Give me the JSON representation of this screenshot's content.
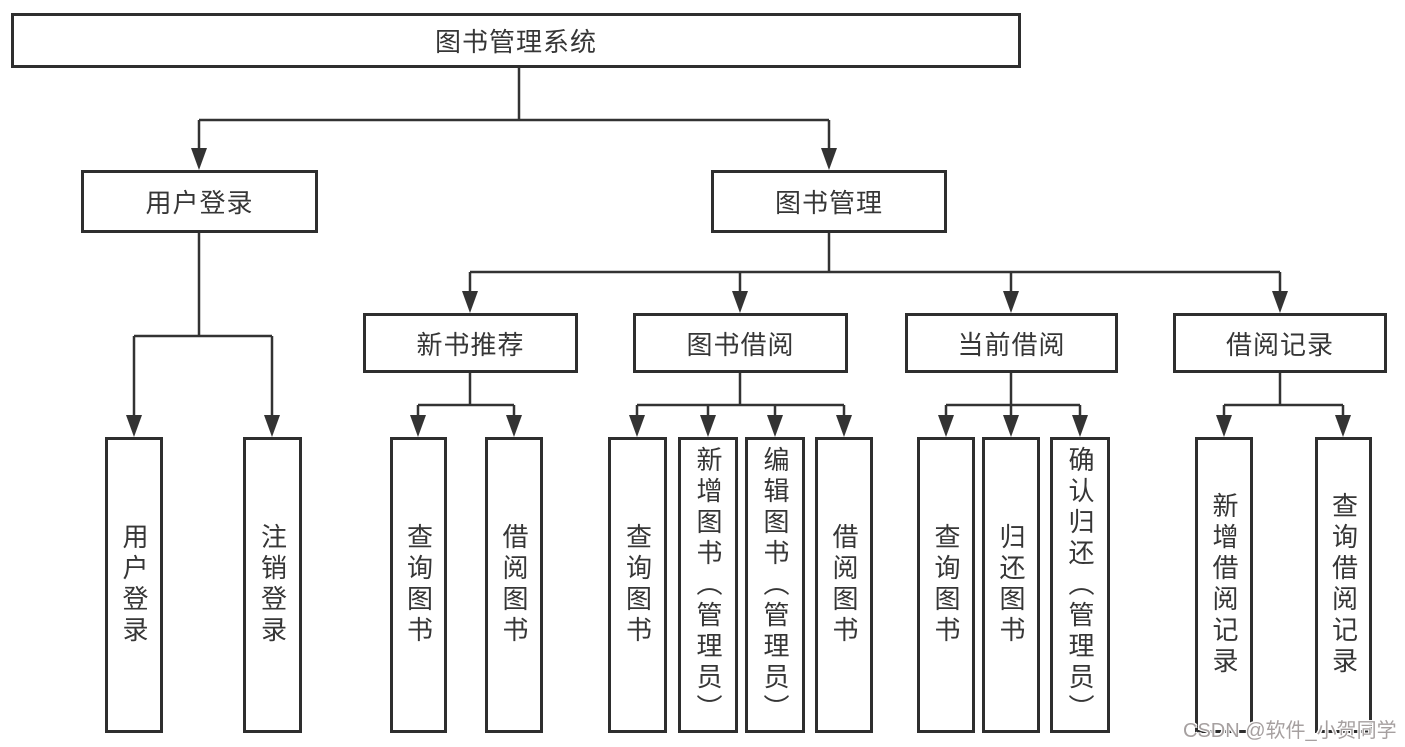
{
  "diagram": {
    "root": {
      "label": "图书管理系统"
    },
    "branches": [
      {
        "label": "用户登录",
        "children": [
          {
            "label": "用户登录"
          },
          {
            "label": "注销登录"
          }
        ]
      },
      {
        "label": "图书管理",
        "children": [
          {
            "label": "新书推荐",
            "children": [
              {
                "label": "查询图书"
              },
              {
                "label": "借阅图书"
              }
            ]
          },
          {
            "label": "图书借阅",
            "children": [
              {
                "label": "查询图书"
              },
              {
                "label": "新增图书（管理员）"
              },
              {
                "label": "编辑图书（管理员）"
              },
              {
                "label": "借阅图书"
              }
            ]
          },
          {
            "label": "当前借阅",
            "children": [
              {
                "label": "查询图书"
              },
              {
                "label": "归还图书"
              },
              {
                "label": "确认归还（管理员）"
              }
            ]
          },
          {
            "label": "借阅记录",
            "children": [
              {
                "label": "新增借阅记录"
              },
              {
                "label": "查询借阅记录"
              }
            ]
          }
        ]
      }
    ]
  },
  "watermark": {
    "text": "CSDN @软件_小贺同学"
  },
  "colors": {
    "line": "#333333",
    "box_border": "#2e2e2e",
    "text": "#363636",
    "watermark": "#a6a0a0",
    "background": "#ffffff"
  }
}
